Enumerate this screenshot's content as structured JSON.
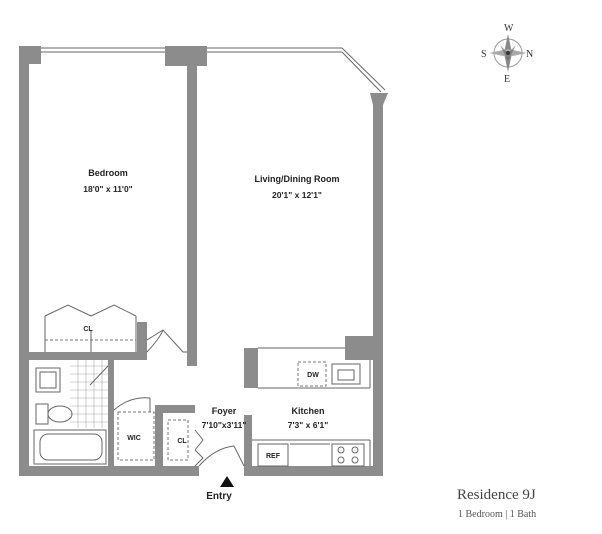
{
  "compass": {
    "north": "N",
    "south": "S",
    "east": "E",
    "west": "W"
  },
  "rooms": {
    "bedroom": {
      "name": "Bedroom",
      "size": "18'0\" x 11'0\""
    },
    "living": {
      "name": "Living/Dining Room",
      "size": "20'1\" x 12'1\""
    },
    "foyer": {
      "name": "Foyer",
      "size": "7'10\"x3'11\""
    },
    "kitchen": {
      "name": "Kitchen",
      "size": "7'3\" x 6'1\""
    }
  },
  "fixtures": {
    "closet": "CL",
    "closet2": "CL",
    "wic": "WIC",
    "dishwasher": "DW",
    "refrigerator": "REF"
  },
  "entry": "Entry",
  "residence": {
    "title": "Residence 9J",
    "subtitle": "1 Bedroom | 1 Bath"
  }
}
